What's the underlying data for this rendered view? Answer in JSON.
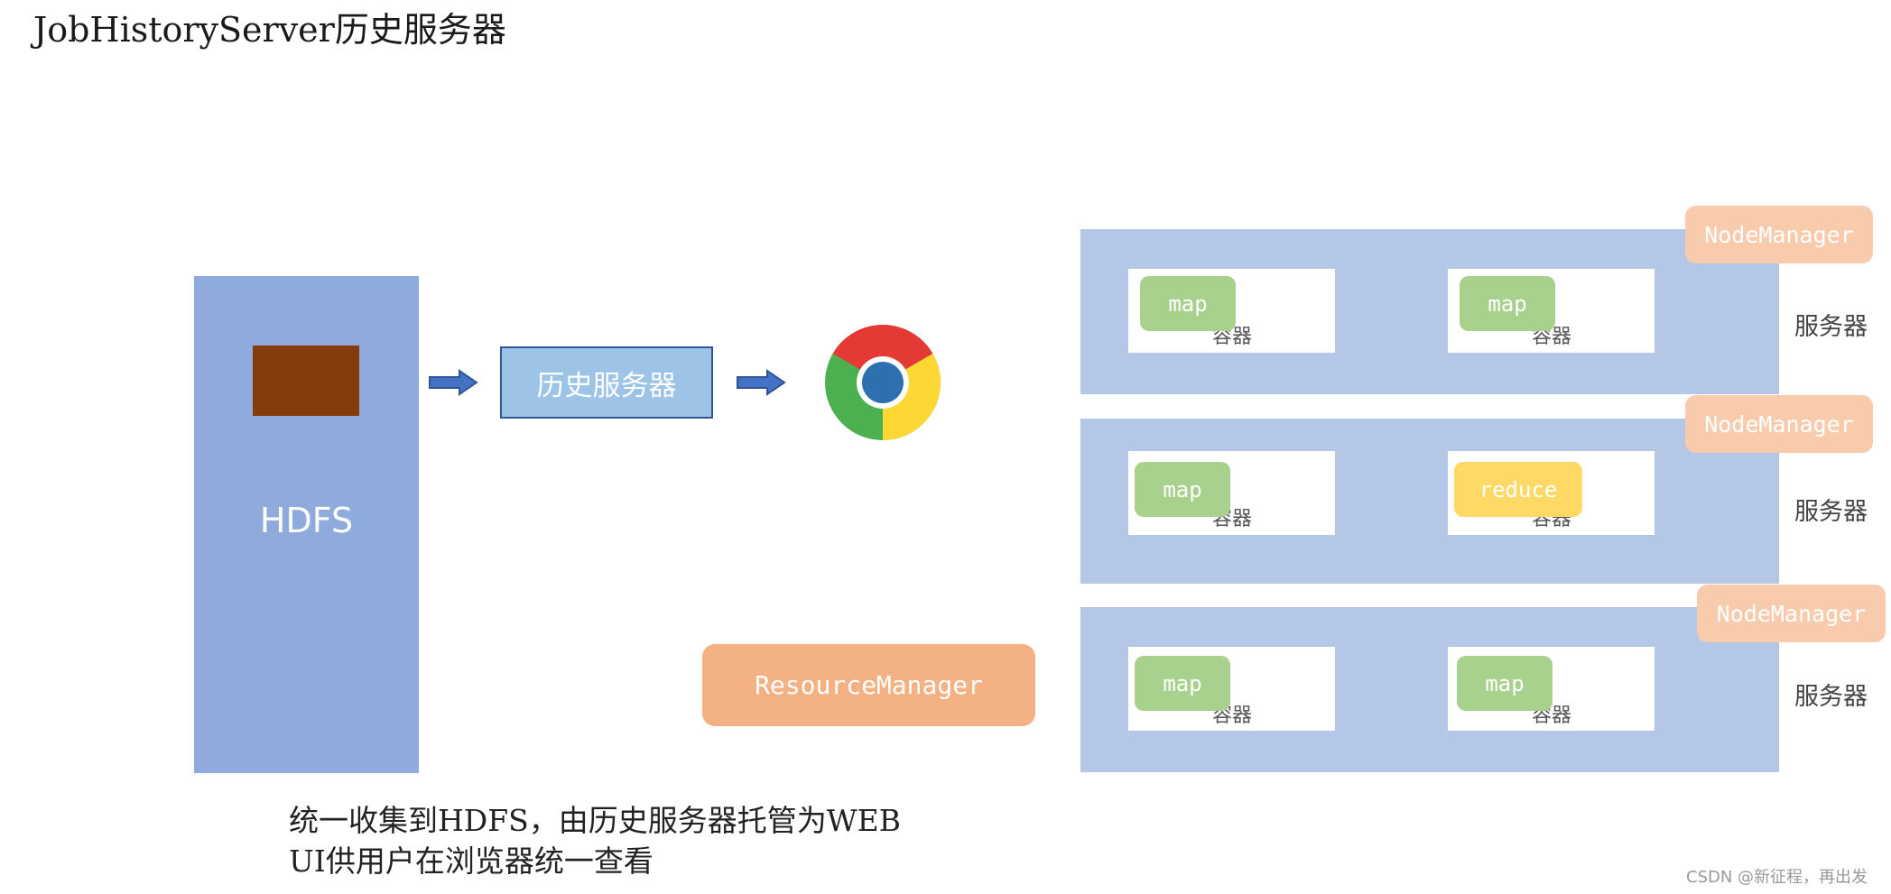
{
  "title": "JobHistoryServer历史服务器",
  "hdfs": {
    "label": "HDFS"
  },
  "history_server": {
    "label": "历史服务器"
  },
  "browser": {
    "icon": "chrome-browser-icon"
  },
  "resource_manager": {
    "label": "ResourceManager"
  },
  "servers": [
    {
      "node_manager": "NodeManager",
      "server_label": "服务器",
      "containers": [
        {
          "task": "map",
          "label": "容器"
        },
        {
          "task": "map",
          "label": "容器"
        }
      ]
    },
    {
      "node_manager": "NodeManager",
      "server_label": "服务器",
      "containers": [
        {
          "task": "map",
          "label": "容器"
        },
        {
          "task": "reduce",
          "label": "容器"
        }
      ]
    },
    {
      "node_manager": "NodeManager",
      "server_label": "服务器",
      "containers": [
        {
          "task": "map",
          "label": "容器"
        },
        {
          "task": "map",
          "label": "容器"
        }
      ]
    }
  ],
  "caption": {
    "line1": "统一收集到HDFS，由历史服务器托管为WEB",
    "line2": "UI供用户在浏览器统一查看"
  },
  "watermark": "CSDN @新征程，再出发",
  "colors": {
    "hdfs": "#8faadc",
    "hdfs_block": "#843c0c",
    "history_box": "#9dc3e6",
    "history_border": "#2f5597",
    "resource_manager": "#f4b183",
    "server": "#b4c7e7",
    "node_manager": "#f8cbad",
    "map": "#a9d18e",
    "reduce": "#ffd966",
    "arrow": "#4472c4"
  }
}
